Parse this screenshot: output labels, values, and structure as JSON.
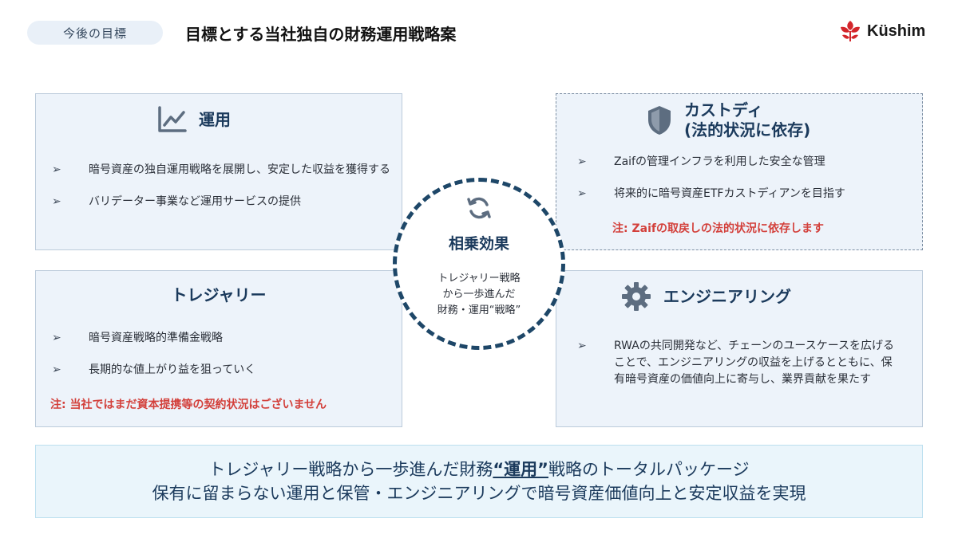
{
  "header": {
    "section_tag": "今後の目標",
    "title": "目標とする当社独自の財務運用戦略案",
    "logo_text": "Küshim",
    "logo_color": "#d3262b"
  },
  "panels": {
    "unyou": {
      "icon": "chart-line-icon",
      "title": "運用",
      "bullets": [
        "暗号資産の独自運用戦略を展開し、安定した収益を獲得する",
        "バリデーター事業など運用サービスの提供"
      ]
    },
    "custody": {
      "icon": "shield-icon",
      "title_line1": "カストディ",
      "title_line2": "(法的状況に依存)",
      "bullets": [
        "Zaifの管理インフラを利用した安全な管理",
        "将来的に暗号資産ETFカストディアンを目指す"
      ],
      "note": "注: Zaifの取戻しの法的状況に依存します"
    },
    "treasury": {
      "title": "トレジャリー",
      "bullets": [
        "暗号資産戦略的準備金戦略",
        "長期的な値上がり益を狙っていく"
      ],
      "note": "注: 当社ではまだ資本提携等の契約状況はございません"
    },
    "engineering": {
      "icon": "gear-icon",
      "title": "エンジニアリング",
      "bullets": [
        "RWAの共同開発など、チェーンのユースケースを広げることで、エンジニアリングの収益を上げるとともに、保有暗号資産の価値向上に寄与し、業界貢献を果たす"
      ]
    }
  },
  "center": {
    "icon": "sync-icon",
    "title": "相乗効果",
    "line1": "トレジャリー戦略",
    "line2": "から一歩進んだ",
    "line3": "財務・運用“戦略”"
  },
  "bullet_glyph": "➢",
  "summary": {
    "line1_a": "トレジャリー戦略から一歩進んだ財務",
    "line1_em": "“運用”",
    "line1_b": "戦略のトータルパッケージ",
    "line2": "保有に留まらない運用と保管・エンジニアリングで暗号資産価値向上と安定収益を実現"
  },
  "colors": {
    "accent_navy": "#1b3a5c",
    "note_red": "#d3403b",
    "panel_bg": "#edf3fa"
  }
}
